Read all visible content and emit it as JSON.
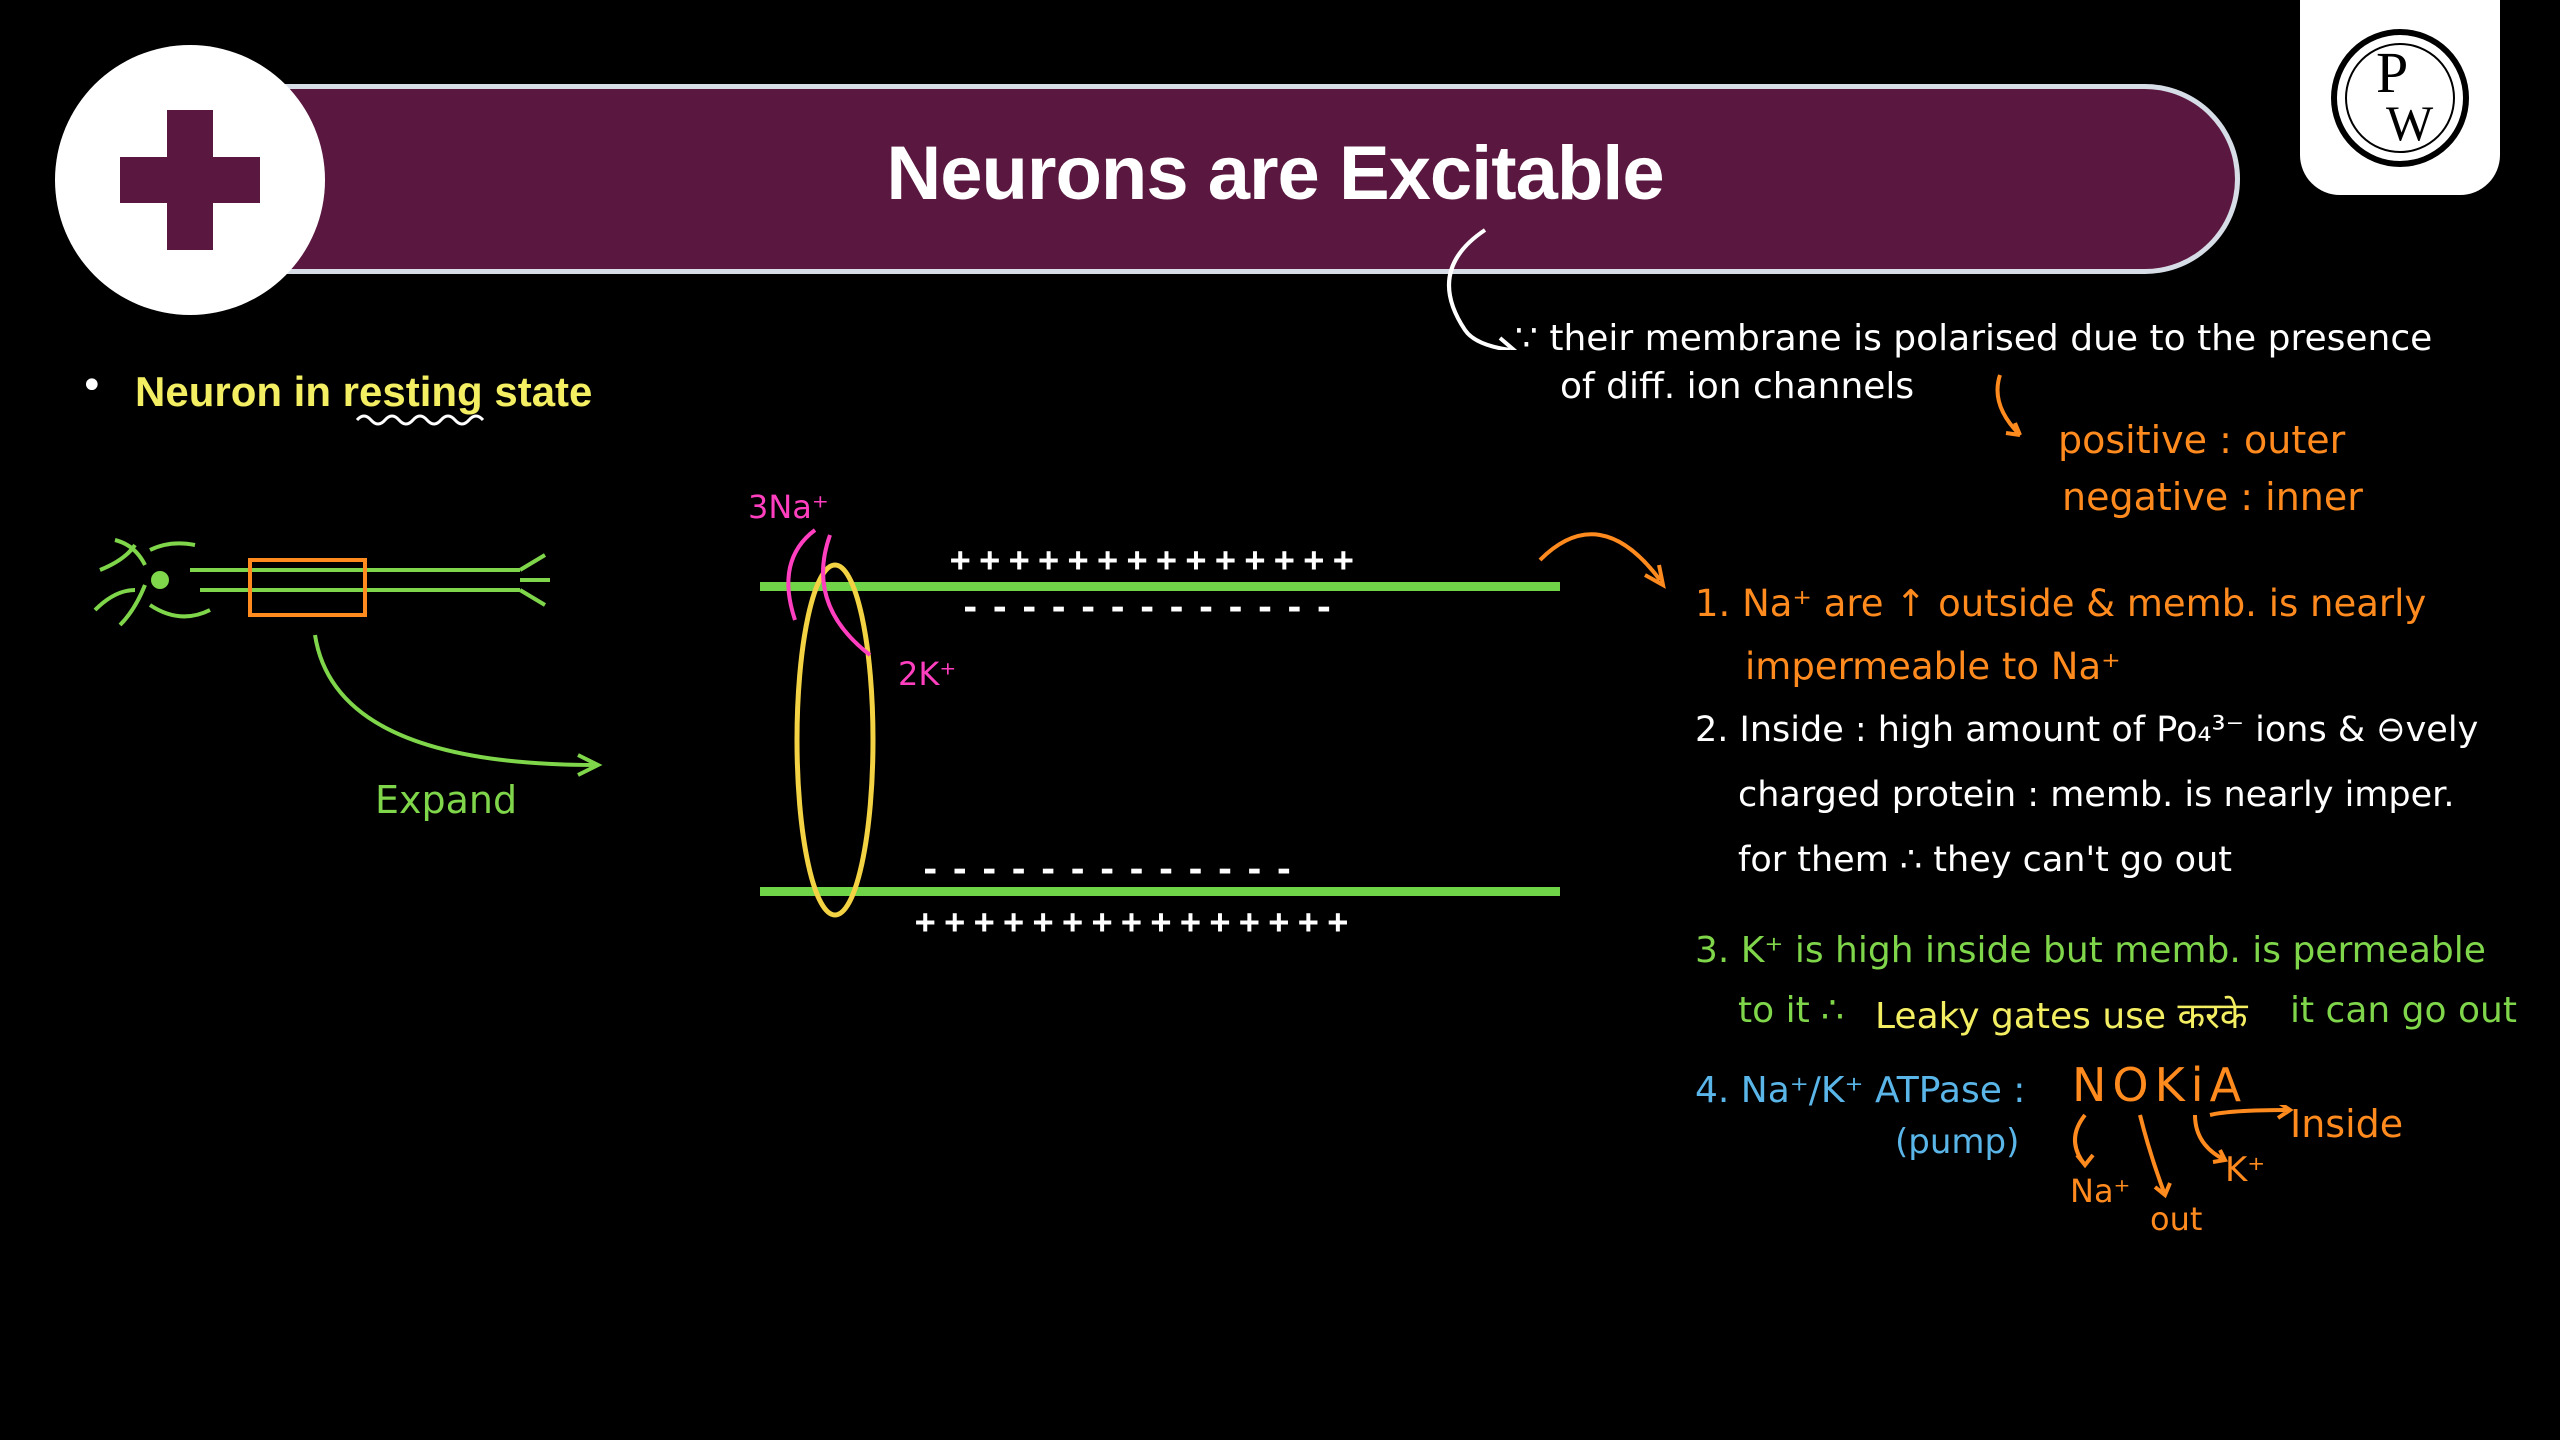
{
  "header": {
    "title": "Neurons are Excitable",
    "logo": "plus-cross-logo",
    "brand": "PW"
  },
  "bullet": {
    "marker": "•",
    "text": "Neuron in resting state"
  },
  "diagram": {
    "expand_label": "Expand",
    "na_label": "3Na⁺",
    "k_label": "2K⁺",
    "plus_row": "++++++++++++++",
    "minus_row": "-------------",
    "plus_row_bottom": "+++++++++++++++"
  },
  "notes": {
    "reason_line1": "∵ their membrane is polarised due to the presence",
    "reason_line2": "of diff. ion channels",
    "positive": "positive : outer",
    "negative": "negative : inner",
    "point1_line1": "1. Na⁺ are ↑ outside & memb. is nearly",
    "point1_line2": "impermeable to Na⁺",
    "point2_line1": "2. Inside : high amount of Po₄³⁻ ions & ⊖vely",
    "point2_line2": "charged protein : memb. is nearly imper.",
    "point2_line3": "for them ∴ they can't go out",
    "point3_line1": "3. K⁺ is high inside but memb. is permeable",
    "point3_line2_a": "to it ∴",
    "point3_line2_b": "Leaky gates use करके",
    "point3_line2_c": "it can go out",
    "point4_label": "4. Na⁺/K⁺ ATPase :",
    "point4_pump": "(pump)",
    "nokia": "NOKiA",
    "inside": "Inside",
    "na": "Na⁺",
    "out": "out",
    "k": "K⁺"
  },
  "colors": {
    "banner": "#5a1840",
    "membrane": "#6fd447",
    "orange": "#ff8a1e",
    "green": "#7fd64a",
    "blue": "#5ab5e8",
    "magenta": "#ff3fbf",
    "highlight": "#f3ee62"
  }
}
